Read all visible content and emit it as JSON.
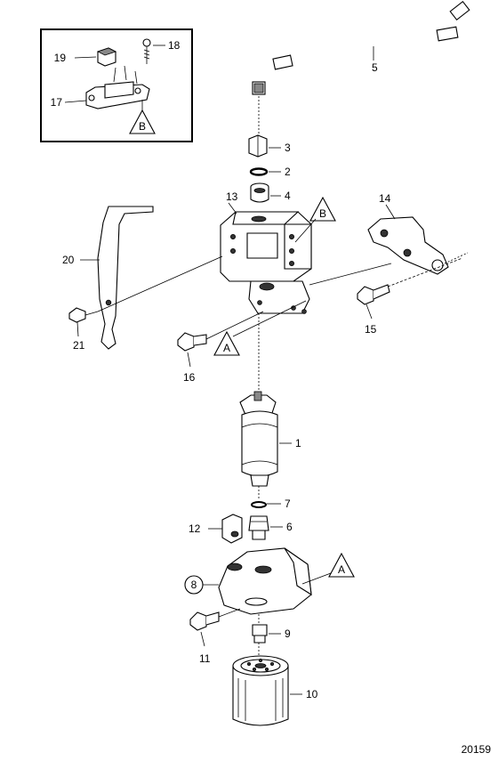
{
  "figure_id": "20159",
  "reference_letters": {
    "a": "A",
    "b": "B"
  },
  "callouts": {
    "c1": "1",
    "c2": "2",
    "c3": "3",
    "c4": "4",
    "c5": "5",
    "c6": "6",
    "c7": "7",
    "c8": "8",
    "c9": "9",
    "c10": "10",
    "c11": "11",
    "c12": "12",
    "c13": "13",
    "c14": "14",
    "c15": "15",
    "c16": "16",
    "c17": "17",
    "c18": "18",
    "c19": "19",
    "c20": "20",
    "c21": "21"
  }
}
